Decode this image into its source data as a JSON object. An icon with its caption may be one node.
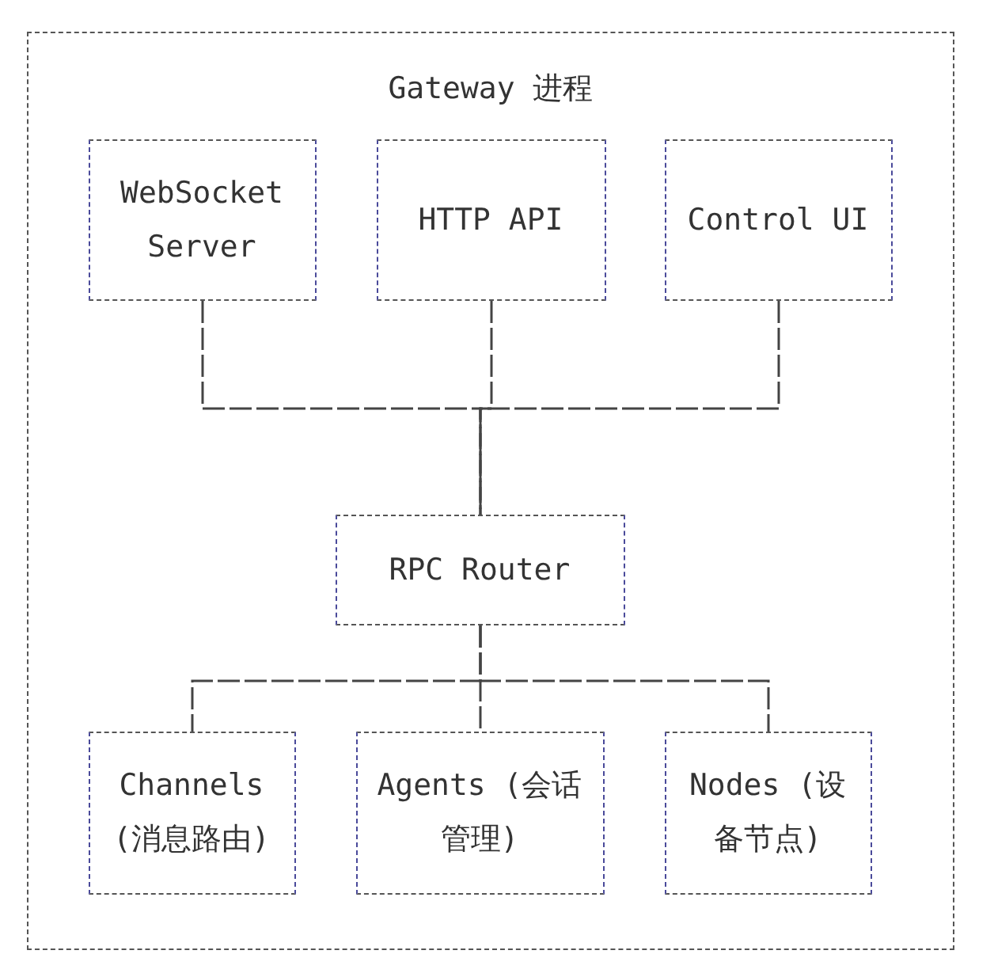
{
  "diagram": {
    "nodes": [
      {
        "text": [
          "Gateway 进程"
        ]
      },
      {
        "text": [
          "WebSocket Server"
        ],
        "in": 0
      },
      {
        "text": [
          "HTTP API"
        ],
        "in": 0
      },
      {
        "text": [
          "Control UI"
        ],
        "in": 0
      },
      {
        "text": [
          "RPC Router"
        ],
        "in": 0
      },
      {
        "text": [
          "Channels (消息路由)"
        ],
        "in": 0
      },
      {
        "text": [
          "Agents (会话管理)"
        ],
        "in": 0
      },
      {
        "text": [
          "Nodes (设备节点)"
        ],
        "in": 0
      }
    ],
    "edges": [
      {
        "from": 1,
        "to": 4,
        "arrow": "none"
      },
      {
        "from": 2,
        "to": 4,
        "arrow": "none"
      },
      {
        "from": 3,
        "to": 4,
        "arrow": "none"
      },
      {
        "from": 4,
        "to": 5,
        "arrow": "none"
      },
      {
        "from": 4,
        "to": 6,
        "arrow": "none"
      },
      {
        "from": 4,
        "to": 7,
        "arrow": "none"
      }
    ]
  }
}
